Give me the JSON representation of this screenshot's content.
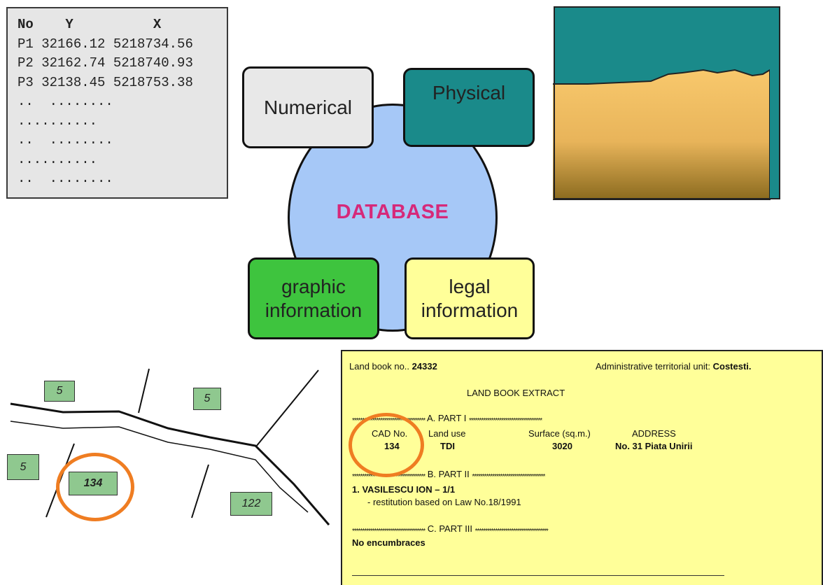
{
  "coords": {
    "header": "No    Y          X",
    "rows": [
      "P1 32166.12 5218734.56",
      "P2 32162.74 5218740.93",
      "P3 32138.45 5218753.38",
      "..  ........",
      "..........",
      "..  ........",
      "..........",
      "..  ........"
    ]
  },
  "diagram": {
    "center": "DATABASE",
    "numerical": "Numerical",
    "physical": "Physical",
    "graphic_line1": "graphic",
    "graphic_line2": "information",
    "legal_line1": "legal",
    "legal_line2": "information"
  },
  "map": {
    "parcels": [
      "5",
      "5",
      "5",
      "134",
      "122"
    ]
  },
  "landbook": {
    "book_label": "Land book no..",
    "book_no": "24332",
    "unit_label": "Administrative territorial unit:",
    "unit_value": "Costesti.",
    "title": "LAND BOOK EXTRACT",
    "stars": "************************************",
    "part1": "A. PART I",
    "part2": "B. PART II",
    "part3": "C. PART III",
    "col_cad": "CAD No.",
    "col_landuse": "Land use",
    "col_surface": "Surface (sq.m.)",
    "col_address": "ADDRESS",
    "val_cad": "134",
    "val_landuse": "TDI",
    "val_surface": "3020",
    "val_address": "No. 31 Piata Unirii",
    "owner": "1. VASILESCU  ION – 1/1",
    "restitution": "- restitution based on Law No.18/1991",
    "encumbrances": "No encumbraces"
  },
  "colors": {
    "teal": "#1a8a8a",
    "sand": "#f5c76b",
    "db_text": "#d6297a",
    "orange": "#ef7d22"
  }
}
